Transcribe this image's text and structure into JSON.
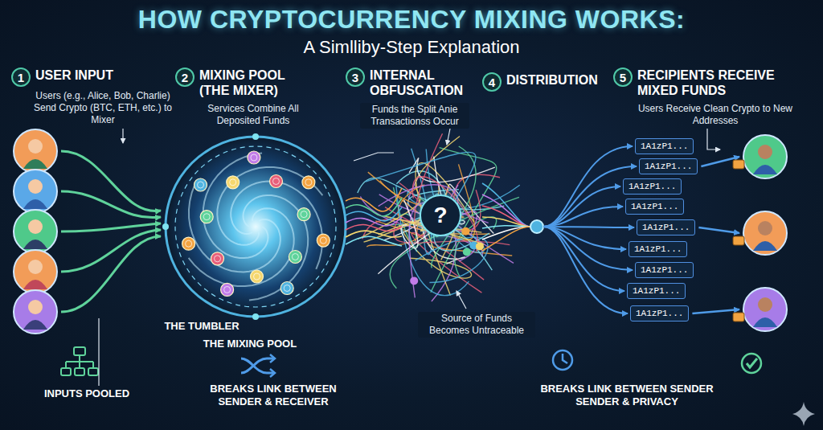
{
  "diagram": {
    "title": "HOW CRYPTOCURRENCY MIXING WORKS:",
    "nodes": [
      {
        "text": [
          "1",
          "USER INPUT"
        ]
      },
      {
        "text": [
          "2",
          "MIXING POOL (THE MIXER)"
        ]
      },
      {
        "text": [
          "3",
          "INTERNAL OBFUSCATION"
        ]
      },
      {
        "text": [
          "4",
          "DISTRIBUTION"
        ]
      },
      {
        "text": [
          "5",
          "RECIPIENTS RECEIVE MIXED FUNDS"
        ]
      },
      {
        "text": [
          "?"
        ]
      },
      {
        "text": [
          "1A1zP1..."
        ]
      },
      {
        "text": [
          "1A1zP1..."
        ]
      },
      {
        "text": [
          "1A1zP1..."
        ]
      },
      {
        "text": [
          "1A1zP1..."
        ]
      },
      {
        "text": [
          "1A1zP1..."
        ]
      },
      {
        "text": [
          "1A1zP1..."
        ]
      },
      {
        "text": [
          "1A1zP1..."
        ]
      },
      {
        "text": [
          "1A1zP1..."
        ]
      },
      {
        "text": [
          "1A1zP1..."
        ]
      }
    ],
    "labels": [
      "A Simlliby-Step Explanation",
      "Users (e.g., Alice, Bob, Charlie) Send Crypto (BTC, ETH, etc.) to Mixer",
      "Services Combine All Deposited Funds",
      "Funds the Split Anie Transactionss Occur",
      "Users Receive Clean Crypto to New Addresses",
      "THE TUMBLER",
      "THE MIXING POOL",
      "Source of Funds Becomes Untraceable",
      "INPUTS POOLED",
      "BREAKS LINK BETWEEN SENDER & RECEIVER",
      "BREAKS LINK BETWEEN SENDER SENDER & PRIVACY"
    ]
  }
}
